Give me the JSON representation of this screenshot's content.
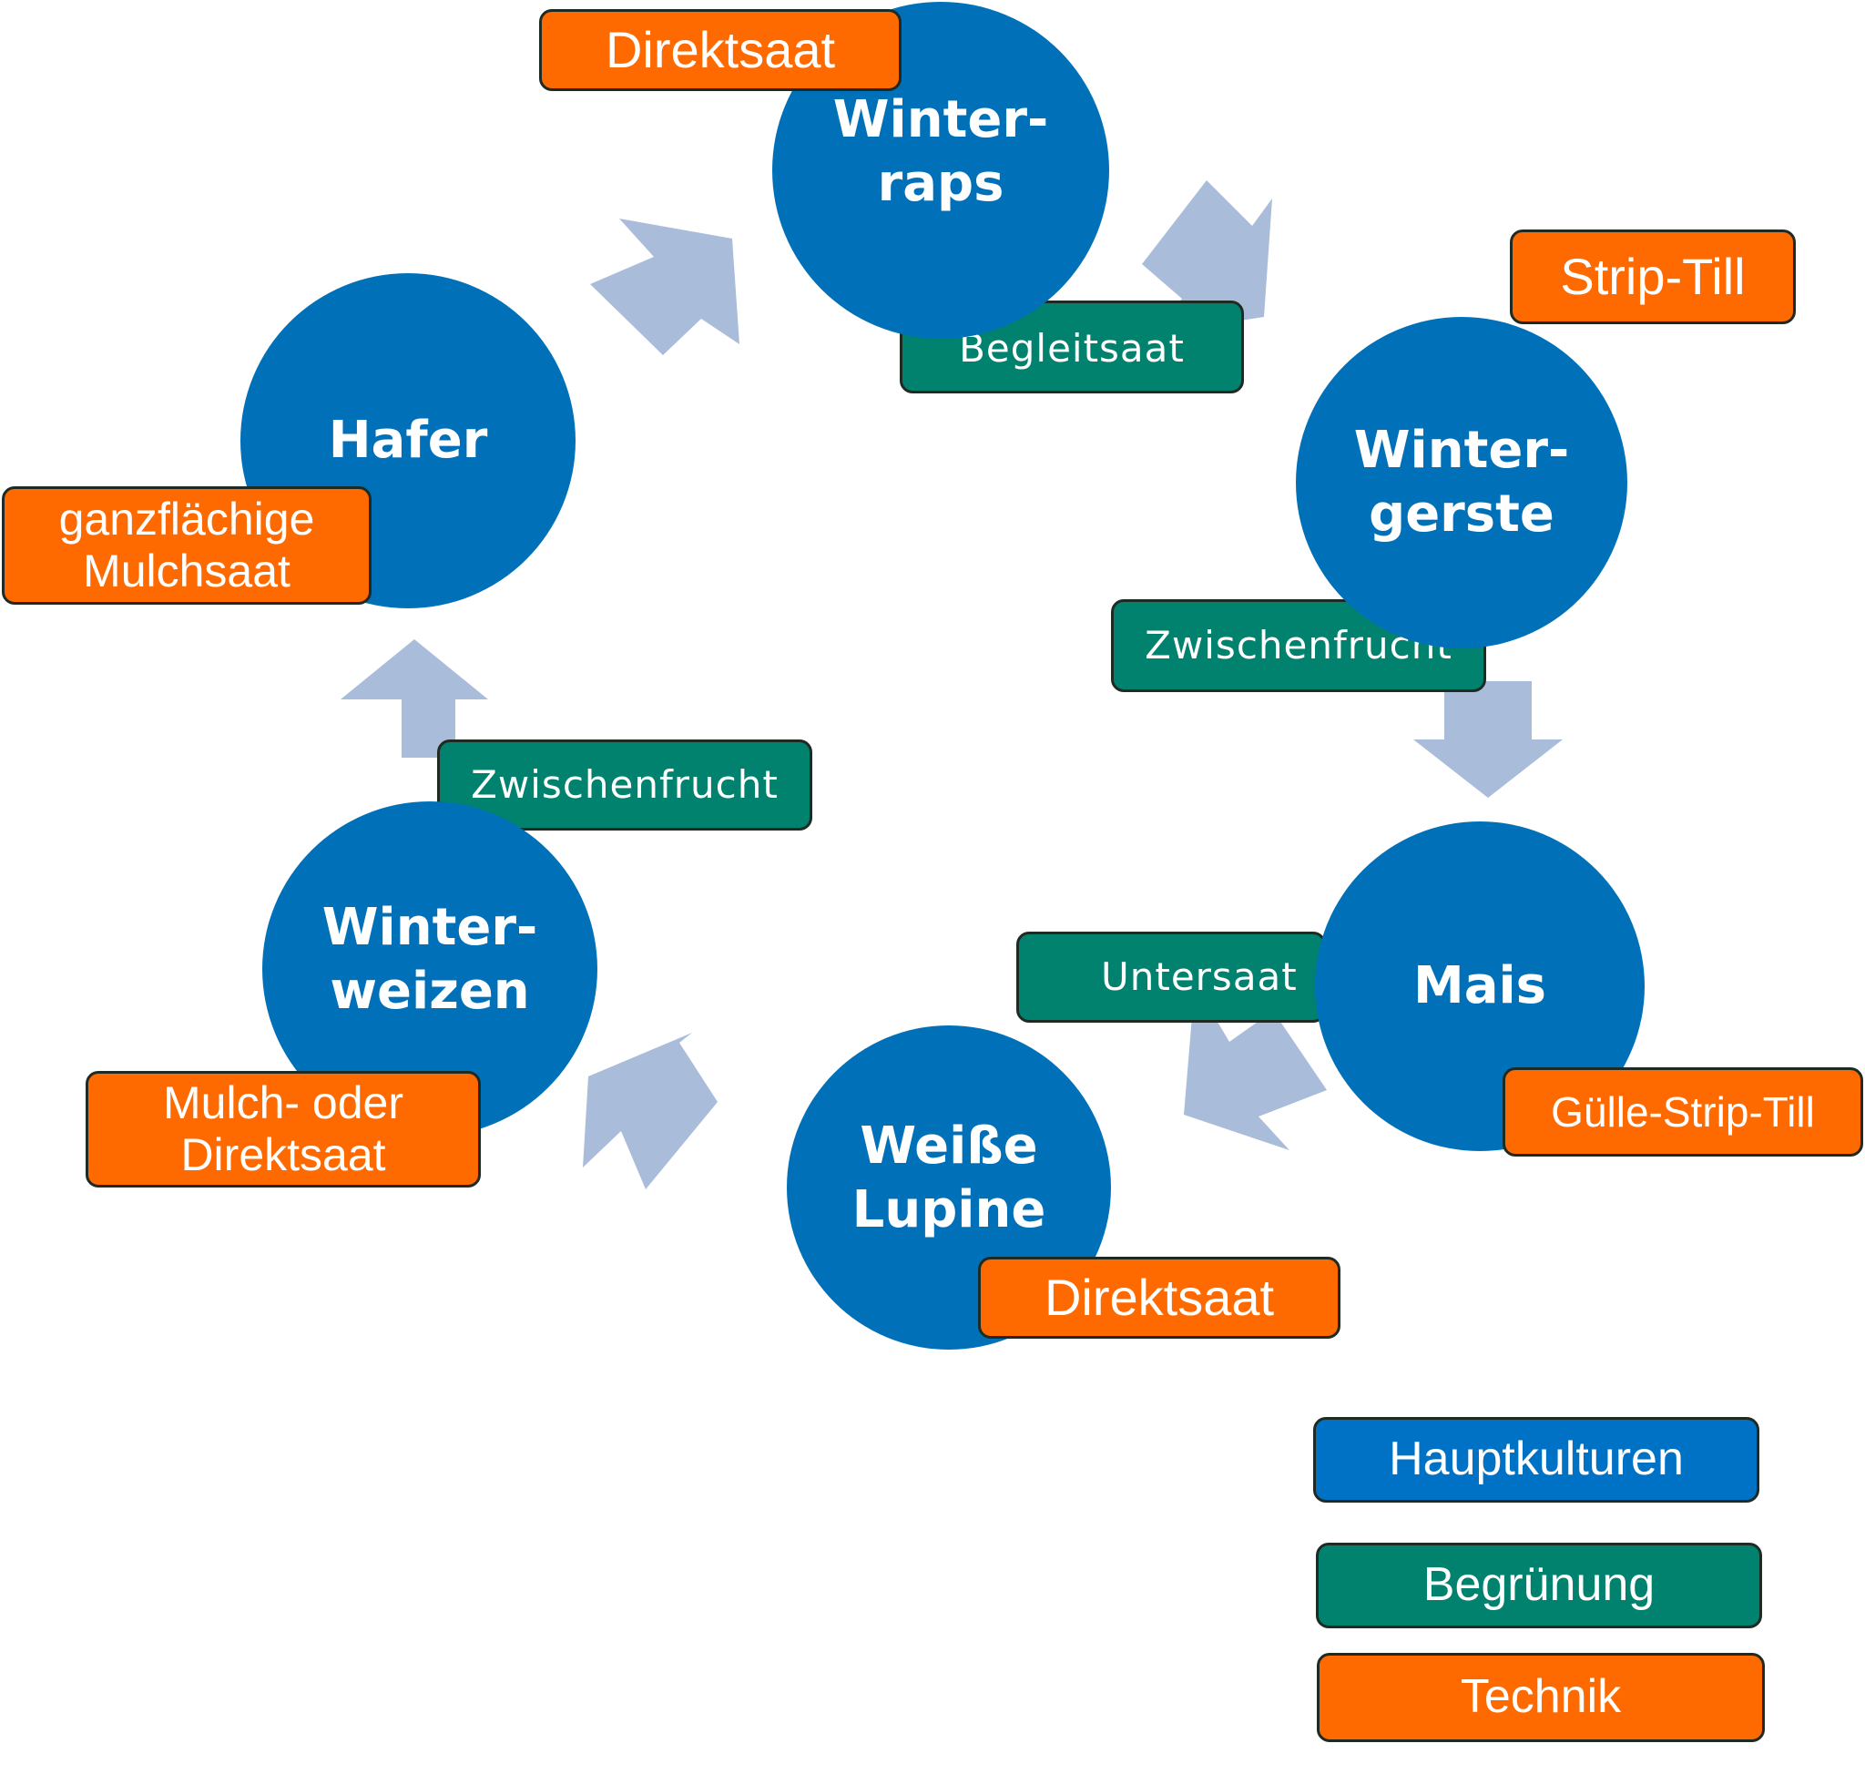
{
  "diagram": {
    "type": "crop-rotation-cycle",
    "colors": {
      "hauptkulturen": "#0071b9",
      "begruenung": "#00826f",
      "technik": "#ff6a00",
      "arrow": "#a9bcd9"
    },
    "crops": [
      {
        "id": "winterraps",
        "lines": [
          "Winter-",
          "raps"
        ],
        "technik": [
          "Direktsaat"
        ],
        "begruenung": "Begleitsaat"
      },
      {
        "id": "wintergerste",
        "lines": [
          "Winter-",
          "gerste"
        ],
        "technik": [
          "Strip-Till"
        ],
        "begruenung": "Zwischenfrucht"
      },
      {
        "id": "mais",
        "lines": [
          "Mais"
        ],
        "technik": [
          "Gülle-Strip-Till"
        ],
        "begruenung": "Untersaat"
      },
      {
        "id": "weisse-lupine",
        "lines": [
          "Weiße",
          "Lupine"
        ],
        "technik": [
          "Direktsaat"
        ],
        "begruenung": null
      },
      {
        "id": "winterweizen",
        "lines": [
          "Winter-",
          "weizen"
        ],
        "technik": [
          "Mulch- oder",
          "Direktsaat"
        ],
        "begruenung": "Zwischenfrucht"
      },
      {
        "id": "hafer",
        "lines": [
          "Hafer"
        ],
        "technik": [
          "ganzflächige",
          "Mulchsaat"
        ],
        "begruenung": null
      }
    ],
    "sequence": [
      "Winterraps",
      "Wintergerste",
      "Mais",
      "Weiße Lupine",
      "Winterweizen",
      "Hafer",
      "Winterraps"
    ]
  },
  "legend": {
    "items": [
      {
        "label": "Hauptkulturen",
        "color": "#0072c6"
      },
      {
        "label": "Begrünung",
        "color": "#00826f"
      },
      {
        "label": "Technik",
        "color": "#ff6a00"
      }
    ]
  }
}
